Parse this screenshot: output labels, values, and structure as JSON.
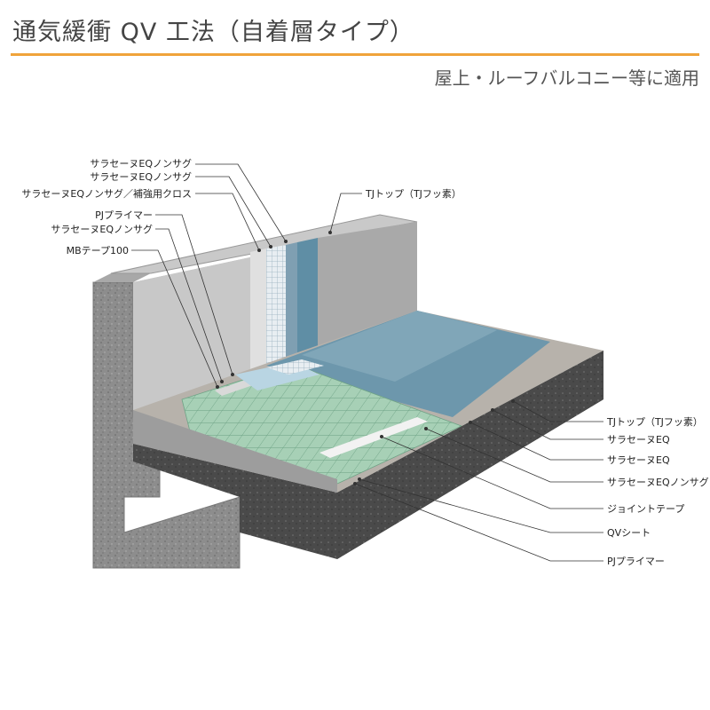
{
  "header": {
    "title": "通気緩衝 QV 工法（自着層タイプ）",
    "subtitle": "屋上・ルーフバルコニー等に適用"
  },
  "labels_left": [
    "サラセーヌEQノンサグ",
    "サラセーヌEQノンサグ",
    "サラセーヌEQノンサグ／補強用クロス",
    "PJプライマー",
    "サラセーヌEQノンサグ",
    "MBテープ100"
  ],
  "label_top_right": "TJトップ（TJフッ素）",
  "labels_right": [
    "TJトップ（TJフッ素）",
    "サラセーヌEQ",
    "サラセーヌEQ",
    "サラセーヌEQノンサグ",
    "ジョイントテープ",
    "QVシート",
    "PJプライマー"
  ],
  "colors": {
    "accent_rule": "#f0a33a",
    "concrete": "#9a9a9a",
    "topcoat": "#5f8ea5",
    "qv_sheet": "#9fcab0"
  }
}
